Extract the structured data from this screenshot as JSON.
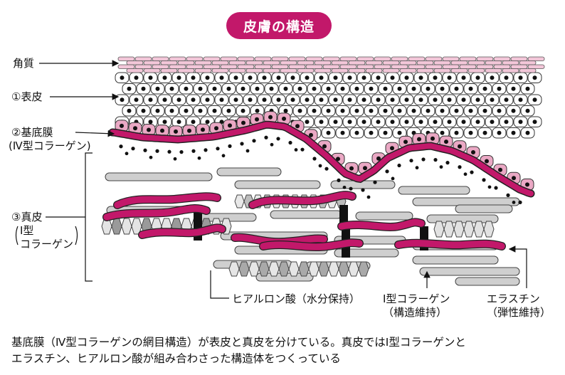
{
  "title": "皮膚の構造",
  "labels": {
    "horny_layer": "角質",
    "epidermis": "①表皮",
    "basement_membrane": "②基底膜",
    "basement_membrane_sub": "(Ⅳ型コラーゲン)",
    "dermis": "③真皮",
    "dermis_sub1": "Ⅰ型",
    "dermis_sub2": "コラーゲン"
  },
  "bottom_labels": {
    "hyaluronic_acid": "ヒアルロン酸（水分保持）",
    "collagen_type1": "Ⅰ型コラーゲン",
    "collagen_type1_role": "（構造維持）",
    "elastin": "エラスチン",
    "elastin_role": "（弾性維持）"
  },
  "caption": {
    "line1": "基底膜（Ⅳ型コラーゲンの網目構造）が表皮と真皮を分けている。真皮ではⅠ型コラーゲンと",
    "line2": "エラスチン、ヒアルロン酸が組み合わさった構造体をつくっている"
  },
  "colors": {
    "accent": "#c2186a",
    "horny": "#f2c6d8",
    "basal_cell": "#eaa8c4",
    "collagen": "#cfcfcf",
    "hyaluronic": "#bdbdbd"
  }
}
